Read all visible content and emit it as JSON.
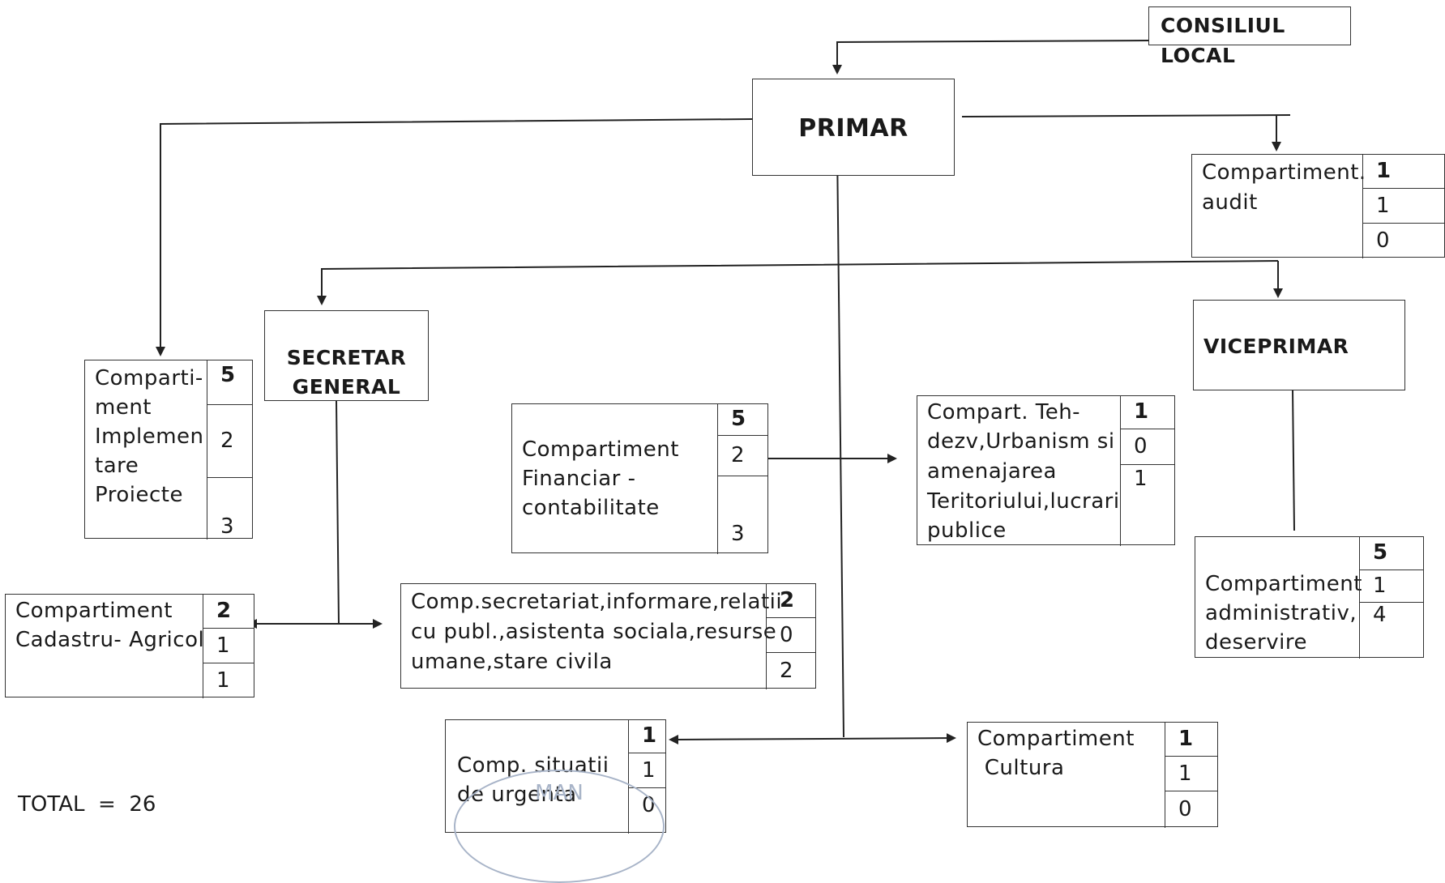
{
  "top_box": {
    "label": "CONSILIUL LOCAL"
  },
  "mayor": {
    "label": "PRIMAR"
  },
  "secretary": {
    "line1": "SECRETAR",
    "line2": "GENERAL"
  },
  "vice_mayor": {
    "label": "VICEPRIMAR"
  },
  "departments": {
    "audit": {
      "lines": [
        "Compartiment.",
        "audit"
      ],
      "numbers": [
        "1",
        "1",
        "0"
      ]
    },
    "projects": {
      "lines": [
        "Comparti-",
        "ment",
        "Implemen",
        "tare",
        "Proiecte"
      ],
      "numbers": [
        "5",
        "2",
        "3"
      ]
    },
    "financial": {
      "lines": [
        "Compartiment",
        "Financiar -",
        "contabilitate"
      ],
      "numbers": [
        "5",
        "2",
        "3"
      ]
    },
    "technical": {
      "lines": [
        "Compart. Teh-",
        "dezv,Urbanism si",
        "amenajarea",
        "Teritoriului,lucrari",
        "publice"
      ],
      "numbers": [
        "1",
        "0",
        "1"
      ]
    },
    "administrative": {
      "lines": [
        "Compartiment",
        "administrativ,",
        "deservire"
      ],
      "numbers": [
        "5",
        "1",
        "4"
      ]
    },
    "cadastre": {
      "lines": [
        "Compartiment",
        "Cadastru- Agricol"
      ],
      "numbers": [
        "2",
        "1",
        "1"
      ]
    },
    "secretariat": {
      "lines": [
        "Comp.secretariat,informare,relatii",
        "cu publ.,asistenta sociala,resurse",
        "umane,stare civila"
      ],
      "numbers": [
        "2",
        "0",
        "2"
      ]
    },
    "emergency": {
      "lines": [
        "Comp. situatii",
        "de urgenta"
      ],
      "numbers": [
        "1",
        "1",
        "0"
      ]
    },
    "culture": {
      "lines": [
        "Compartiment",
        " Cultura"
      ],
      "numbers": [
        "1",
        "1",
        "0"
      ]
    }
  },
  "total": "TOTAL  =  26",
  "stamp_text": "MAN"
}
